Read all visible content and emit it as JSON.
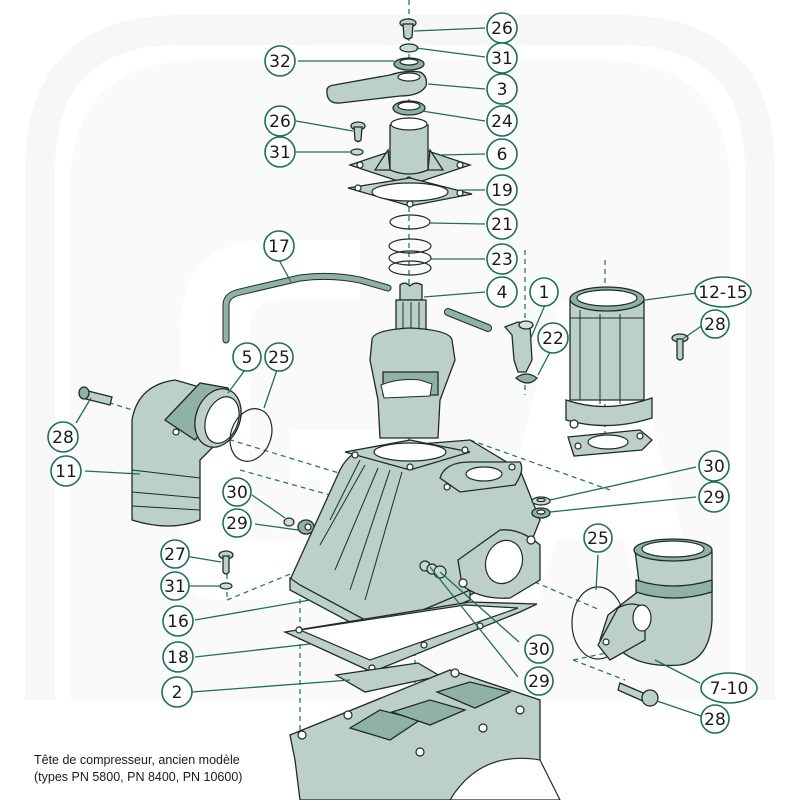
{
  "caption": {
    "line1": "Tête de compresseur, ancien modèle",
    "line2": "(types PN 5800, PN 8400, PN 10600)"
  },
  "watermark": "GA",
  "colors": {
    "accent": "#1e6e5a",
    "part_fill": "#bcd0c9",
    "part_dark": "#8fb1a6",
    "outline": "#1f2b28"
  },
  "callouts": [
    {
      "id": "c26a",
      "label": "26"
    },
    {
      "id": "c31a",
      "label": "31"
    },
    {
      "id": "c32",
      "label": "32"
    },
    {
      "id": "c3",
      "label": "3"
    },
    {
      "id": "c24",
      "label": "24"
    },
    {
      "id": "c26b",
      "label": "26"
    },
    {
      "id": "c6",
      "label": "6"
    },
    {
      "id": "c31b",
      "label": "31"
    },
    {
      "id": "c19",
      "label": "19"
    },
    {
      "id": "c21",
      "label": "21"
    },
    {
      "id": "c17",
      "label": "17"
    },
    {
      "id": "c23",
      "label": "23"
    },
    {
      "id": "c4",
      "label": "4"
    },
    {
      "id": "c1",
      "label": "1"
    },
    {
      "id": "c1215",
      "label": "12-15"
    },
    {
      "id": "c28a",
      "label": "28"
    },
    {
      "id": "c22",
      "label": "22"
    },
    {
      "id": "c5",
      "label": "5"
    },
    {
      "id": "c25a",
      "label": "25"
    },
    {
      "id": "c28b",
      "label": "28"
    },
    {
      "id": "c11",
      "label": "11"
    },
    {
      "id": "c30a",
      "label": "30"
    },
    {
      "id": "c29a",
      "label": "29"
    },
    {
      "id": "c30b",
      "label": "30"
    },
    {
      "id": "c29b",
      "label": "29"
    },
    {
      "id": "c25b",
      "label": "25"
    },
    {
      "id": "c27",
      "label": "27"
    },
    {
      "id": "c31c",
      "label": "31"
    },
    {
      "id": "c16",
      "label": "16"
    },
    {
      "id": "c18",
      "label": "18"
    },
    {
      "id": "c30c",
      "label": "30"
    },
    {
      "id": "c2",
      "label": "2"
    },
    {
      "id": "c29c",
      "label": "29"
    },
    {
      "id": "c710",
      "label": "7-10"
    },
    {
      "id": "c28c",
      "label": "28"
    }
  ]
}
